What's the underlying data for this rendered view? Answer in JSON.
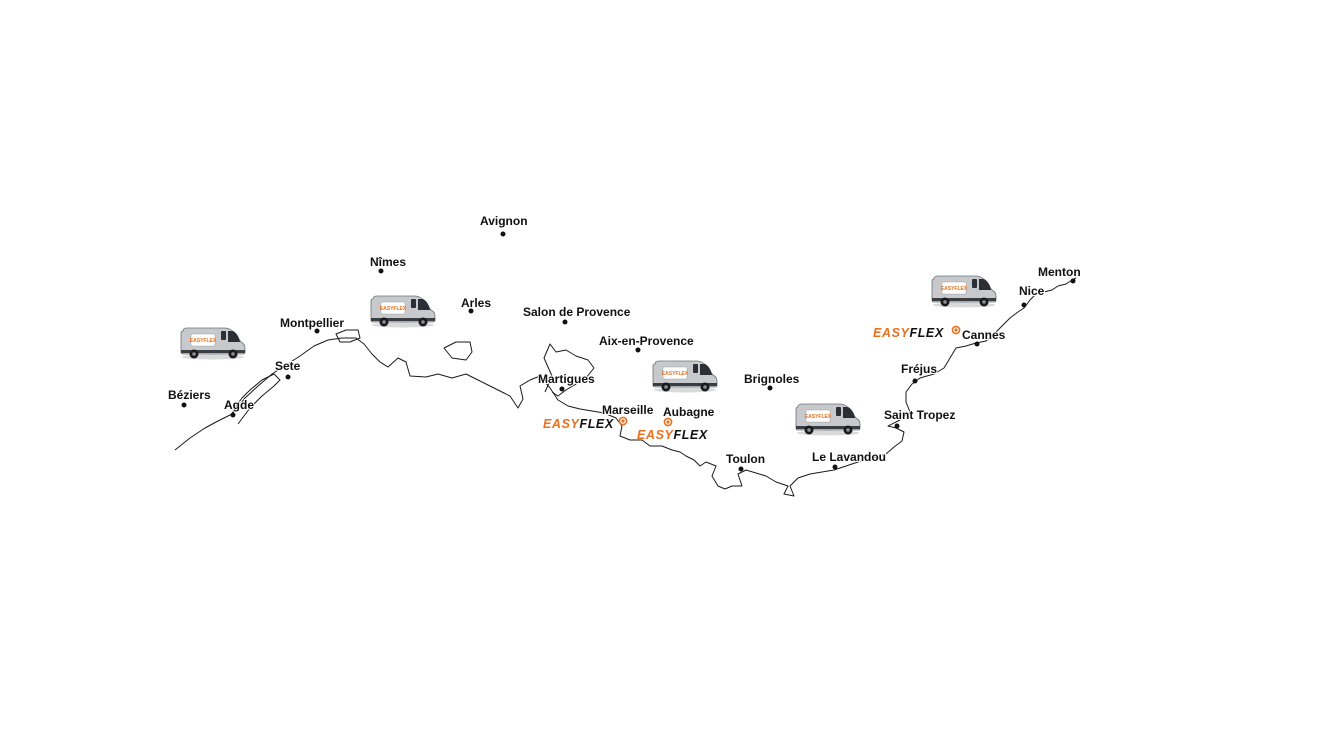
{
  "cities": [
    {
      "id": "avignon",
      "name": "Avignon"
    },
    {
      "id": "nimes",
      "name": "Nîmes"
    },
    {
      "id": "arles",
      "name": "Arles"
    },
    {
      "id": "montpellier",
      "name": "Montpellier"
    },
    {
      "id": "salon-de-provence",
      "name": "Salon de Provence"
    },
    {
      "id": "aix-en-provence",
      "name": "Aix-en-Provence"
    },
    {
      "id": "sete",
      "name": "Sete"
    },
    {
      "id": "martigues",
      "name": "Martigues"
    },
    {
      "id": "beziers",
      "name": "Béziers"
    },
    {
      "id": "agde",
      "name": "Agde"
    },
    {
      "id": "marseille",
      "name": "Marseille"
    },
    {
      "id": "aubagne",
      "name": "Aubagne"
    },
    {
      "id": "brignoles",
      "name": "Brignoles"
    },
    {
      "id": "toulon",
      "name": "Toulon"
    },
    {
      "id": "le-lavandou",
      "name": "Le Lavandou"
    },
    {
      "id": "saint-tropez",
      "name": "Saint Tropez"
    },
    {
      "id": "frejus",
      "name": "Fréjus"
    },
    {
      "id": "cannes",
      "name": "Cannes"
    },
    {
      "id": "nice",
      "name": "Nice"
    },
    {
      "id": "menton",
      "name": "Menton"
    }
  ],
  "brand": {
    "part1": "EASY",
    "part2": "FLEX",
    "color_part1": "#e8701e",
    "color_part2": "#111111"
  },
  "agencies": [
    {
      "id": "marseille",
      "city": "Marseille"
    },
    {
      "id": "aubagne",
      "city": "Aubagne"
    },
    {
      "id": "cannes",
      "city": "Cannes"
    }
  ],
  "van_decal": "EASYFLEX",
  "vans": [
    {
      "id": "van-beziers"
    },
    {
      "id": "van-nimes"
    },
    {
      "id": "van-aix"
    },
    {
      "id": "van-lavandou"
    },
    {
      "id": "van-nice"
    }
  ],
  "colors": {
    "coastline": "#1a1a1a",
    "city_dot": "#111111",
    "agency_marker": "#e8701e",
    "van_body": "#c7c9cc"
  }
}
